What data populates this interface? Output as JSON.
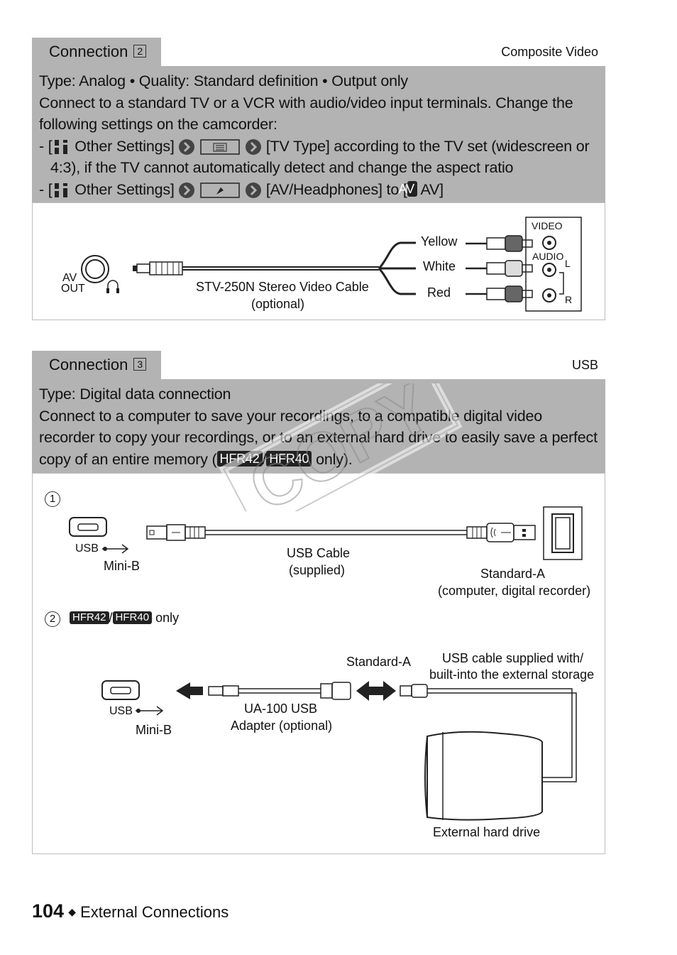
{
  "connection2": {
    "tab_label": "Connection",
    "tab_number": "2",
    "tag": "Composite Video",
    "type_line": "Type: Analog • Quality: Standard definition • Output only",
    "intro": "Connect to a standard TV or a VCR with audio/video input terminals. Change the following settings on the camcorder:",
    "step1_prefix": "- [",
    "step1_menu": "Other Settings]",
    "step1_text": "[TV Type] according to the TV set (widescreen or 4:3), if the TV cannot automatically detect and change the aspect ratio",
    "step2_prefix": "- [",
    "step2_menu": "Other Settings]",
    "step2_text_a": "[AV/Headphones] to [",
    "step2_badge": "AV",
    "step2_text_b": "AV]",
    "diagram": {
      "av_label": "AV",
      "out_label": "OUT",
      "cable_name": "STV-250N Stereo Video Cable",
      "cable_note": "(optional)",
      "plug_yellow": "Yellow",
      "plug_white": "White",
      "plug_red": "Red",
      "tv_video": "VIDEO",
      "tv_audio": "AUDIO",
      "tv_l": "L",
      "tv_r": "R"
    }
  },
  "connection3": {
    "tab_label": "Connection",
    "tab_number": "3",
    "tag": "USB",
    "type_line": "Type: Digital data connection",
    "intro_a": "Connect to a computer to save your recordings, to a compatible digital video recorder to copy your recordings, or to an external hard drive to easily save a perfect copy of an entire memory (",
    "badge1": "HFR42",
    "sep": "/",
    "badge2": "HFR40",
    "intro_b": " only).",
    "diagram": {
      "step1": "1",
      "usb_label_1": "USB",
      "mini_b_1": "Mini-B",
      "usb_cable": "USB Cable",
      "usb_cable_note": "(supplied)",
      "standard_a_1": "Standard-A",
      "standard_a_1_note": "(computer, digital recorder)",
      "step2": "2",
      "step2_badge1": "HFR42",
      "step2_sep": "/",
      "step2_badge2": "HFR40",
      "step2_only": "only",
      "usb_label_2": "USB",
      "mini_b_2": "Mini-B",
      "adapter": "UA-100 USB",
      "adapter_note": "Adapter (optional)",
      "standard_a_2": "Standard-A",
      "ext_cable_1": "USB cable supplied with/",
      "ext_cable_2": "built-into the external storage",
      "ext_drive": "External hard drive"
    }
  },
  "watermark": "COPY",
  "footer": {
    "page_number": "104",
    "section": "External Connections"
  }
}
